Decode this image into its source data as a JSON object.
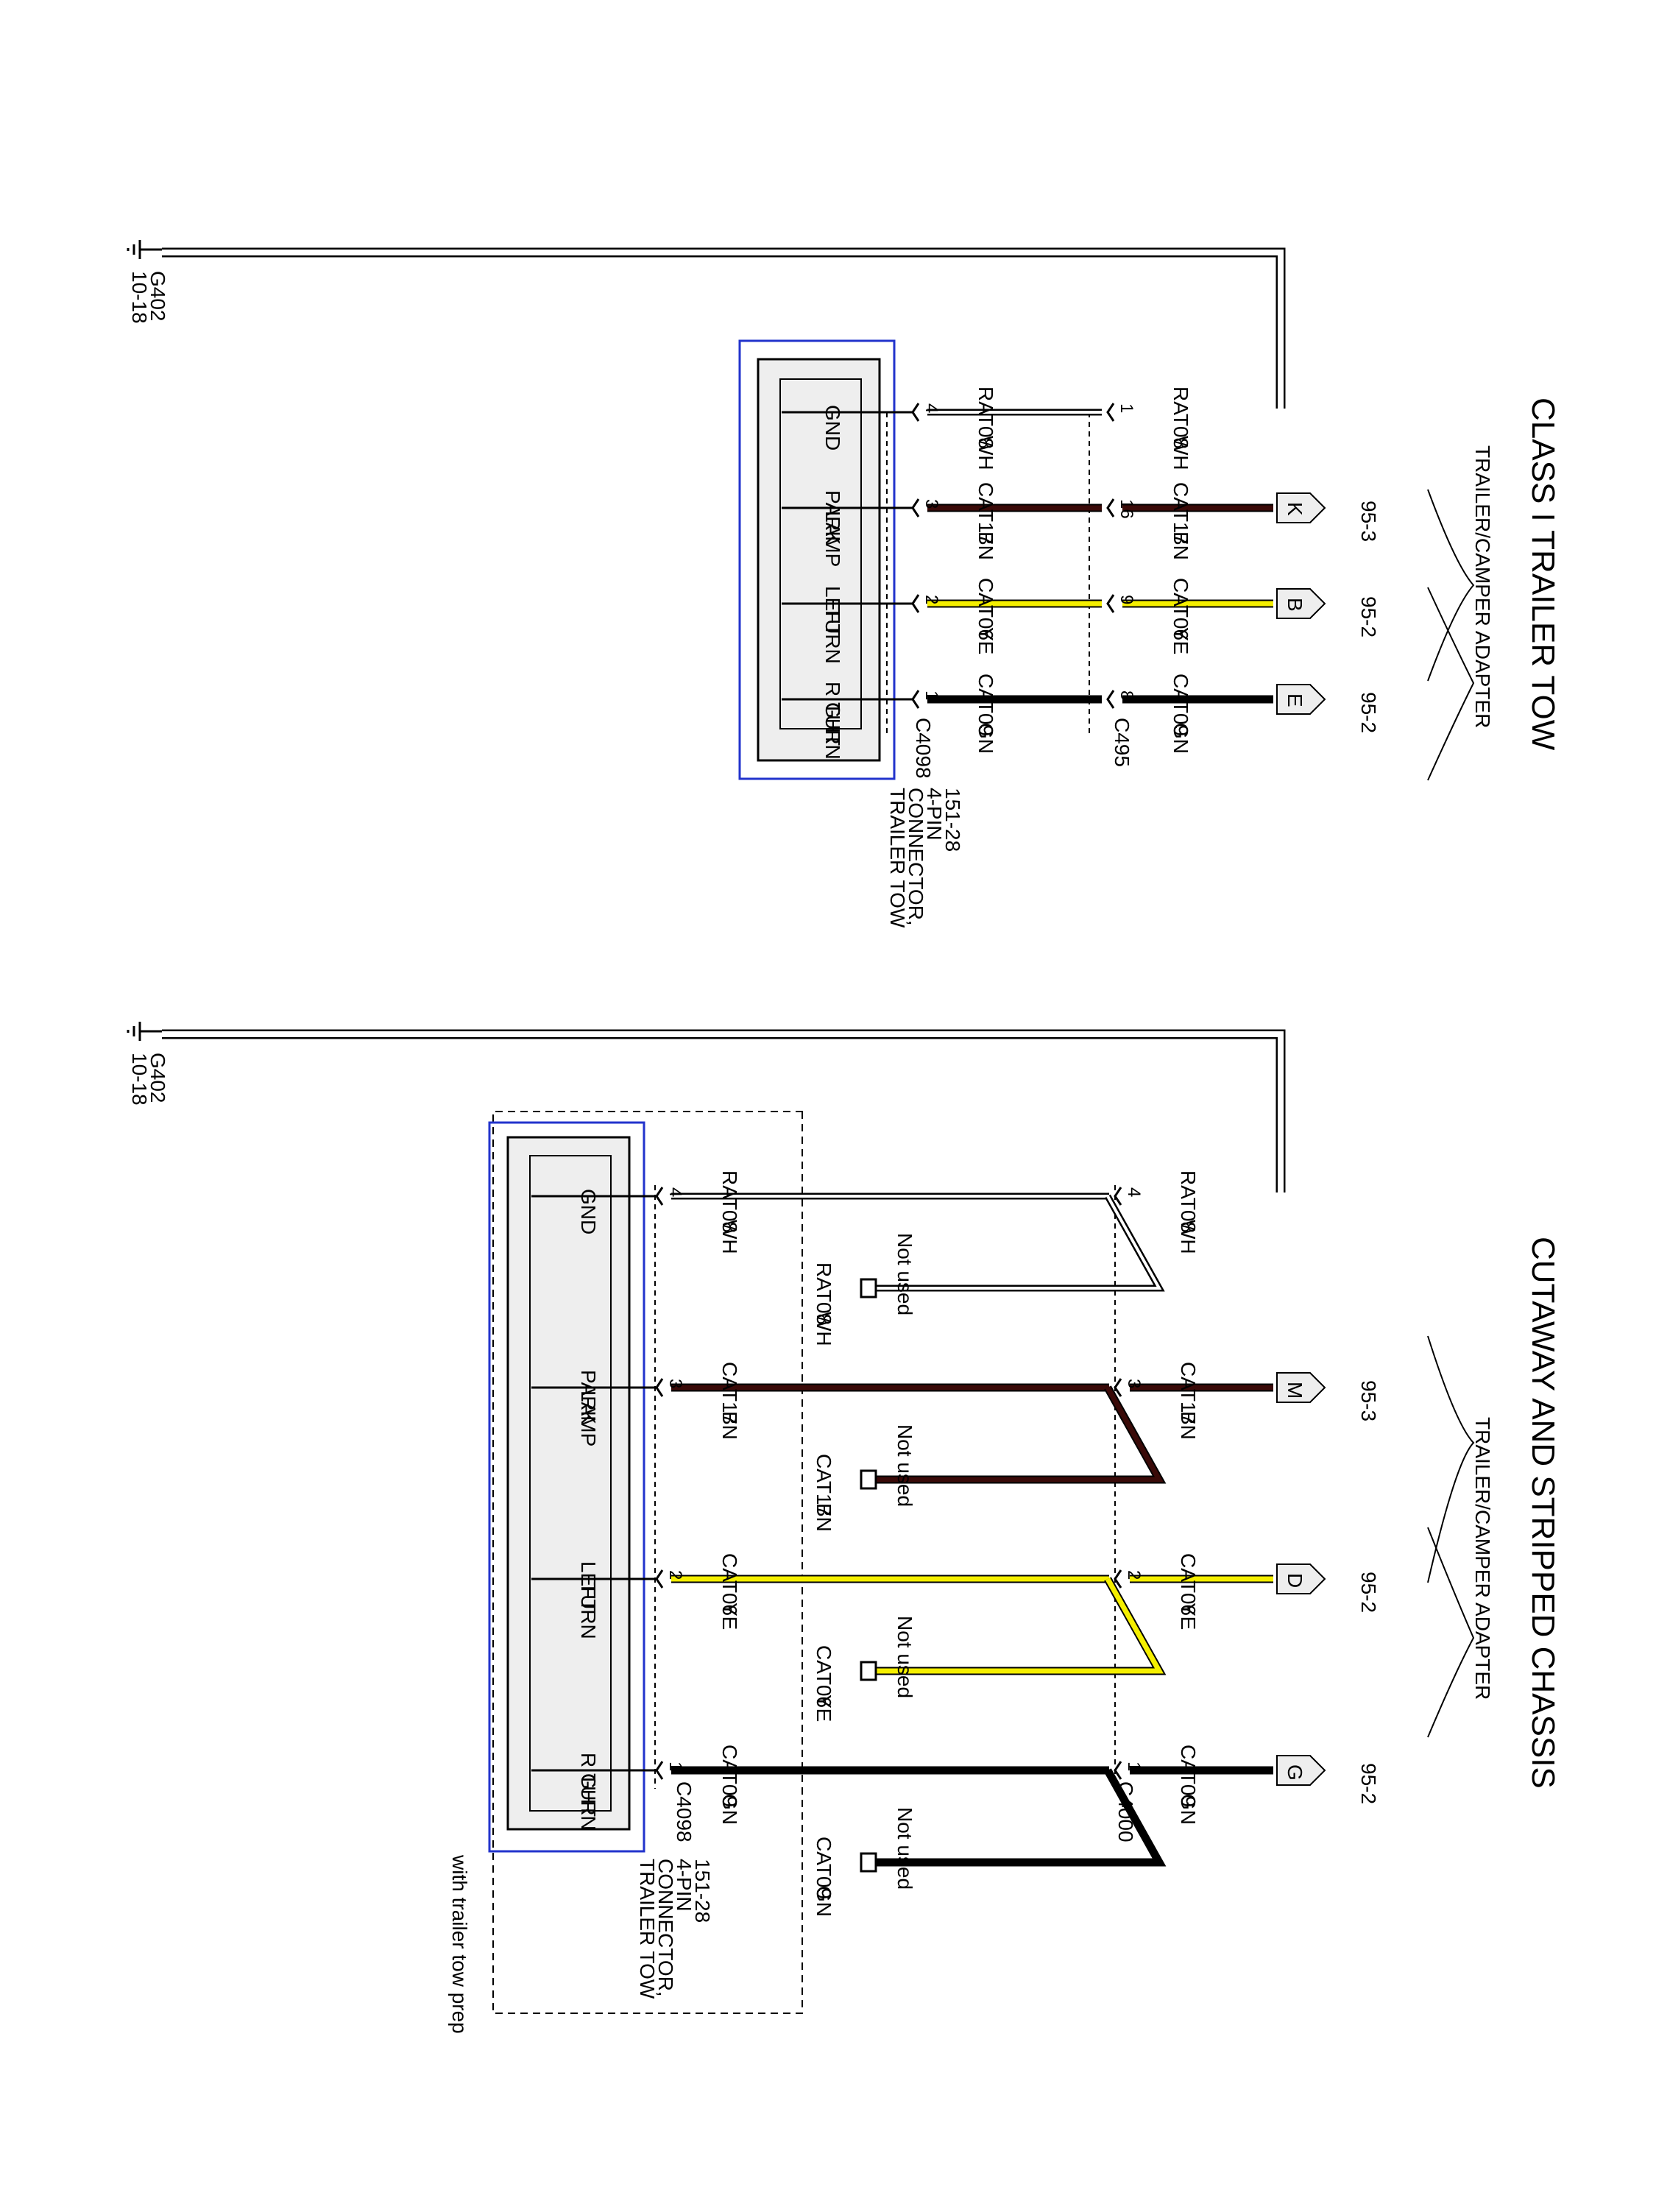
{
  "colors": {
    "WH": "#ffffff",
    "BN": "#3a0a08",
    "YE": "#f5ef00",
    "GN": "#000000",
    "frame": "#2233cc",
    "box": "#eeeeee"
  },
  "ground": {
    "name": "G402",
    "ref": "10-18"
  },
  "diagram1": {
    "title": "CLASS I TRAILER TOW",
    "adapter": "TRAILER/CAMPER ADAPTER",
    "connector_label": [
      "TRAILER TOW",
      "CONNECTOR,",
      "4-PIN",
      "151-28"
    ],
    "c_left": "C4098",
    "c_right": "C495",
    "wires": [
      {
        "func": [
          "GND"
        ],
        "pin_l": "4",
        "pin_r": "1",
        "circuit": "RAT08",
        "color": "WH",
        "terminal": "",
        "ref": ""
      },
      {
        "func": [
          "PARK",
          "LAMP"
        ],
        "pin_l": "3",
        "pin_r": "16",
        "circuit": "CAT17",
        "color": "BN",
        "terminal": "K",
        "ref": "95-3"
      },
      {
        "func": [
          "LEFT",
          "TURN"
        ],
        "pin_l": "2",
        "pin_r": "9",
        "circuit": "CAT06",
        "color": "YE",
        "terminal": "B",
        "ref": "95-2"
      },
      {
        "func": [
          "RIGHT",
          "TURN"
        ],
        "pin_l": "1",
        "pin_r": "8",
        "circuit": "CAT09",
        "color": "GN",
        "terminal": "E",
        "ref": "95-2"
      }
    ]
  },
  "diagram2": {
    "title": "CUTAWAY AND STRIPPED CHASSIS",
    "adapter": "TRAILER/CAMPER ADAPTER",
    "connector_label": [
      "TRAILER TOW",
      "CONNECTOR,",
      "4-PIN",
      "151-28"
    ],
    "option_label": "with trailer tow prep",
    "not_used": "Not used",
    "c_left": "C4098",
    "c_right": "C4000",
    "wires": [
      {
        "func": [
          "GND"
        ],
        "pin_l": "4",
        "pin_r": "4",
        "circuit": "RAT08",
        "color": "WH",
        "terminal": "",
        "ref": ""
      },
      {
        "func": [
          "PARK",
          "LAMP"
        ],
        "pin_l": "3",
        "pin_r": "3",
        "circuit": "CAT17",
        "color": "BN",
        "terminal": "M",
        "ref": "95-3"
      },
      {
        "func": [
          "LEFT",
          "TURN"
        ],
        "pin_l": "2",
        "pin_r": "2",
        "circuit": "CAT06",
        "color": "YE",
        "terminal": "D",
        "ref": "95-2"
      },
      {
        "func": [
          "RIGHT",
          "TURN"
        ],
        "pin_l": "1",
        "pin_r": "1",
        "circuit": "CAT09",
        "color": "GN",
        "terminal": "G",
        "ref": "95-2"
      }
    ]
  }
}
